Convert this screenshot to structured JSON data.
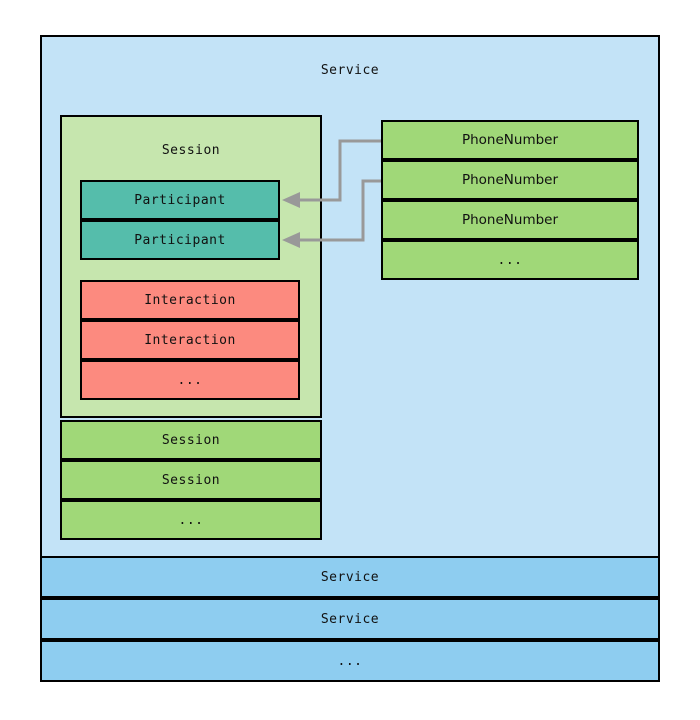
{
  "diagram": {
    "type": "nested-composite-structure",
    "title": "Service",
    "background": "#ffffff",
    "colors": {
      "service_container": "#c3e3f7",
      "service_row": "#8ecdf0",
      "session_container": "#c6e6ae",
      "session_row": "#a0d878",
      "phone_number_row": "#a0d878",
      "participant_row": "#55bdab",
      "interaction_row": "#fc8a7f",
      "border": "#000000",
      "connector": "#999999"
    }
  },
  "service_container": {
    "name": "Service",
    "title": "Service"
  },
  "session_container": {
    "name": "Session",
    "title": "Session"
  },
  "participants": [
    {
      "label": "Participant"
    },
    {
      "label": "Participant"
    }
  ],
  "interactions": [
    {
      "label": "Interaction"
    },
    {
      "label": "Interaction"
    },
    {
      "label": "..."
    }
  ],
  "sibling_sessions": [
    {
      "label": "Session"
    },
    {
      "label": "Session"
    },
    {
      "label": "..."
    }
  ],
  "phone_numbers": [
    {
      "label": "PhoneNumber"
    },
    {
      "label": "PhoneNumber"
    },
    {
      "label": "PhoneNumber"
    },
    {
      "label": "..."
    }
  ],
  "sibling_services": [
    {
      "label": "Service"
    },
    {
      "label": "Service"
    },
    {
      "label": "..."
    }
  ],
  "connectors": [
    {
      "from": "phone-number-1",
      "to": "participant-1",
      "style": "orthogonal",
      "arrow": "to-participant"
    },
    {
      "from": "phone-number-2",
      "to": "participant-2",
      "style": "orthogonal",
      "arrow": "to-participant"
    }
  ]
}
